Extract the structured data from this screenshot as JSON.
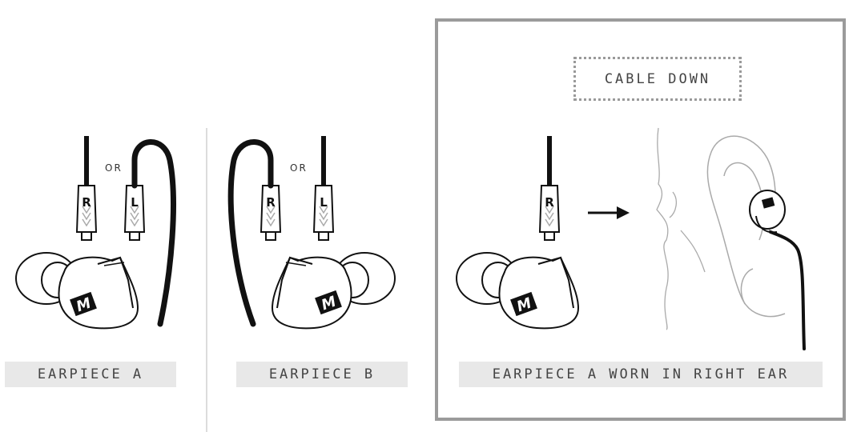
{
  "panels": {
    "earpiece_a": {
      "caption": "EARPIECE A",
      "or_label": "OR",
      "connector_left": "R",
      "connector_right": "L"
    },
    "earpiece_b": {
      "caption": "EARPIECE B",
      "or_label": "OR",
      "connector_left": "R",
      "connector_right": "L"
    },
    "worn": {
      "caption": "EARPIECE A WORN IN RIGHT EAR",
      "cable_label": "CABLE DOWN",
      "connector": "R"
    }
  },
  "colors": {
    "caption_bg": "#e8e8e8",
    "frame_border": "#9b9b9b",
    "line": "#111111",
    "ear_line": "#aaaaaa"
  },
  "icons": [
    "arrow-right-icon",
    "brand-m-logo"
  ]
}
